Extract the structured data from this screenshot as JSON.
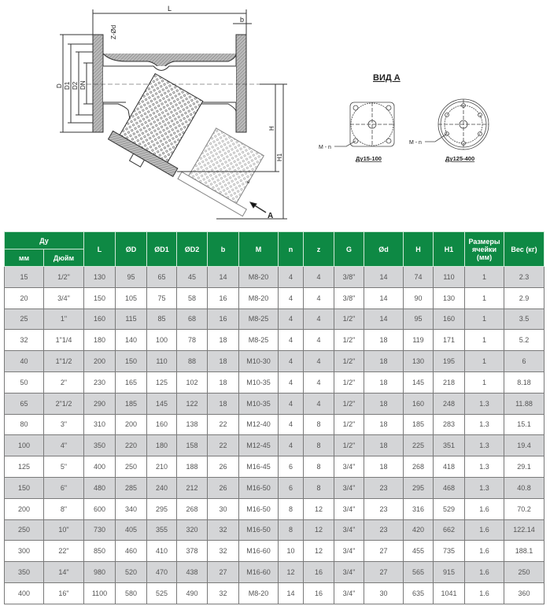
{
  "drawing": {
    "dim_labels": {
      "L": "L",
      "b": "b",
      "zd": "Z-Ød",
      "D": "D",
      "D1": "D1",
      "D2": "D2",
      "DN": "DN",
      "H": "H",
      "H1": "H1",
      "A": "A",
      "e": "e"
    },
    "view_title": "ВИД А",
    "view_small_label": "Ду15-100",
    "view_large_label": "Ду125-400",
    "bolt_label": "М - n"
  },
  "table": {
    "group_header": "Ду",
    "sub_headers": [
      "мм",
      "Дюйм"
    ],
    "headers": [
      "L",
      "ØD",
      "ØD1",
      "ØD2",
      "b",
      "M",
      "n",
      "z",
      "G",
      "Ød",
      "H",
      "H1",
      "Размеры ячейки (мм)",
      "Вес (кг)"
    ],
    "rows": [
      [
        "15",
        "1/2\"",
        "130",
        "95",
        "65",
        "45",
        "14",
        "M8-20",
        "4",
        "4",
        "3/8\"",
        "14",
        "74",
        "110",
        "1",
        "2.3"
      ],
      [
        "20",
        "3/4\"",
        "150",
        "105",
        "75",
        "58",
        "16",
        "M8-20",
        "4",
        "4",
        "3/8\"",
        "14",
        "90",
        "130",
        "1",
        "2.9"
      ],
      [
        "25",
        "1\"",
        "160",
        "115",
        "85",
        "68",
        "16",
        "M8-25",
        "4",
        "4",
        "1/2\"",
        "14",
        "95",
        "160",
        "1",
        "3.5"
      ],
      [
        "32",
        "1\"1/4",
        "180",
        "140",
        "100",
        "78",
        "18",
        "M8-25",
        "4",
        "4",
        "1/2\"",
        "18",
        "119",
        "171",
        "1",
        "5.2"
      ],
      [
        "40",
        "1\"1/2",
        "200",
        "150",
        "110",
        "88",
        "18",
        "M10-30",
        "4",
        "4",
        "1/2\"",
        "18",
        "130",
        "195",
        "1",
        "6"
      ],
      [
        "50",
        "2\"",
        "230",
        "165",
        "125",
        "102",
        "18",
        "M10-35",
        "4",
        "4",
        "1/2\"",
        "18",
        "145",
        "218",
        "1",
        "8.18"
      ],
      [
        "65",
        "2\"1/2",
        "290",
        "185",
        "145",
        "122",
        "18",
        "M10-35",
        "4",
        "4",
        "1/2\"",
        "18",
        "160",
        "248",
        "1.3",
        "11.88"
      ],
      [
        "80",
        "3\"",
        "310",
        "200",
        "160",
        "138",
        "22",
        "M12-40",
        "4",
        "8",
        "1/2\"",
        "18",
        "185",
        "283",
        "1.3",
        "15.1"
      ],
      [
        "100",
        "4\"",
        "350",
        "220",
        "180",
        "158",
        "22",
        "M12-45",
        "4",
        "8",
        "1/2\"",
        "18",
        "225",
        "351",
        "1.3",
        "19.4"
      ],
      [
        "125",
        "5\"",
        "400",
        "250",
        "210",
        "188",
        "26",
        "M16-45",
        "6",
        "8",
        "3/4\"",
        "18",
        "268",
        "418",
        "1.3",
        "29.1"
      ],
      [
        "150",
        "6\"",
        "480",
        "285",
        "240",
        "212",
        "26",
        "M16-50",
        "6",
        "8",
        "3/4\"",
        "23",
        "295",
        "468",
        "1.3",
        "40.8"
      ],
      [
        "200",
        "8\"",
        "600",
        "340",
        "295",
        "268",
        "30",
        "M16-50",
        "8",
        "12",
        "3/4\"",
        "23",
        "316",
        "529",
        "1.6",
        "70.2"
      ],
      [
        "250",
        "10\"",
        "730",
        "405",
        "355",
        "320",
        "32",
        "M16-50",
        "8",
        "12",
        "3/4\"",
        "23",
        "420",
        "662",
        "1.6",
        "122.14"
      ],
      [
        "300",
        "22\"",
        "850",
        "460",
        "410",
        "378",
        "32",
        "M16-60",
        "10",
        "12",
        "3/4\"",
        "27",
        "455",
        "735",
        "1.6",
        "188.1"
      ],
      [
        "350",
        "14\"",
        "980",
        "520",
        "470",
        "438",
        "27",
        "M16-60",
        "12",
        "16",
        "3/4\"",
        "27",
        "565",
        "915",
        "1.6",
        "250"
      ],
      [
        "400",
        "16\"",
        "1100",
        "580",
        "525",
        "490",
        "32",
        "M8-20",
        "14",
        "16",
        "3/4\"",
        "30",
        "635",
        "1041",
        "1.6",
        "360"
      ]
    ]
  },
  "colors": {
    "header_green": "#0e8944",
    "row_gray": "#d4d5d7"
  }
}
